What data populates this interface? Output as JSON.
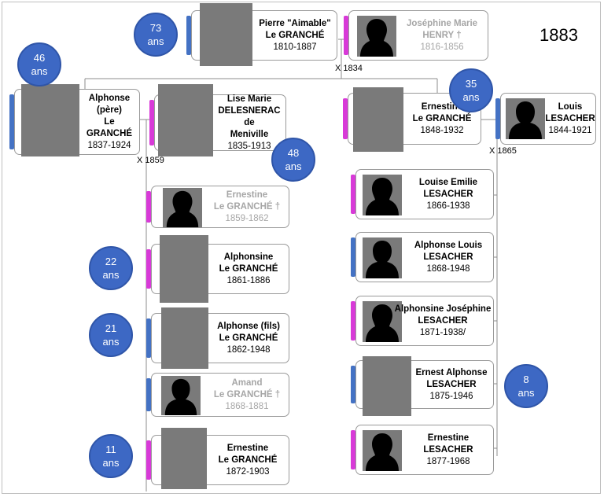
{
  "year": "1883",
  "people": {
    "pierre": {
      "name": "Pierre \"Aimable\"",
      "surname": "Le GRANCHÉ",
      "dates": "1810-1887"
    },
    "josephine": {
      "name": "Joséphine Marie",
      "surname": "HENRY †",
      "dates": "1816-1856"
    },
    "alphonse_pere": {
      "name": "Alphonse",
      "name2": "(père)",
      "surname": "Le GRANCHÉ",
      "dates": "1837-1924"
    },
    "lise": {
      "name": "Lise Marie",
      "surname": "DELESNERAC de",
      "surname2": "Meniville",
      "dates": "1835-1913"
    },
    "ernestine_m": {
      "name": "Ernestine",
      "surname": "Le GRANCHÉ",
      "dates": "1848-1932"
    },
    "louis": {
      "name": "Louis",
      "surname": "LESACHER",
      "dates": "1844-1921"
    },
    "ernestine_1859": {
      "name": "Ernestine",
      "surname": "Le GRANCHÉ †",
      "dates": "1859-1862"
    },
    "alphonsine": {
      "name": "Alphonsine",
      "surname": "Le GRANCHÉ",
      "dates": "1861-1886"
    },
    "alphonse_fils": {
      "name": "Alphonse (fils)",
      "surname": "Le GRANCHÉ",
      "dates": "1862-1948"
    },
    "amand": {
      "name": "Amand",
      "surname": "Le GRANCHÉ †",
      "dates": "1868-1881"
    },
    "ernestine_1872": {
      "name": "Ernestine",
      "surname": "Le GRANCHÉ",
      "dates": "1872-1903"
    },
    "louise": {
      "name": "Louise Emilie",
      "surname": "LESACHER",
      "dates": "1866-1938"
    },
    "alphonse_louis": {
      "name": "Alphonse Louis",
      "surname": "LESACHER",
      "dates": "1868-1948"
    },
    "alphonsine_j": {
      "name": "Alphonsine Joséphine",
      "surname": "LESACHER",
      "dates": "1871-1938/"
    },
    "ernest": {
      "name": "Ernest Alphonse",
      "surname": "LESACHER",
      "dates": "1875-1946"
    },
    "ernestine_l": {
      "name": "Ernestine",
      "surname": "LESACHER",
      "dates": "1877-1968"
    }
  },
  "ages": {
    "pierre": {
      "num": "73",
      "unit": "ans"
    },
    "alphonse_pere": {
      "num": "46",
      "unit": "ans"
    },
    "ernestine_m": {
      "num": "35",
      "unit": "ans"
    },
    "lise": {
      "num": "48",
      "unit": "ans"
    },
    "alphonsine": {
      "num": "22",
      "unit": "ans"
    },
    "alphonse_fils": {
      "num": "21",
      "unit": "ans"
    },
    "ernestine_1872": {
      "num": "11",
      "unit": "ans"
    },
    "ernest": {
      "num": "8",
      "unit": "ans"
    }
  },
  "marriages": {
    "m1834": "X  1834",
    "m1859": "X  1859",
    "m1865": "X  1865"
  }
}
